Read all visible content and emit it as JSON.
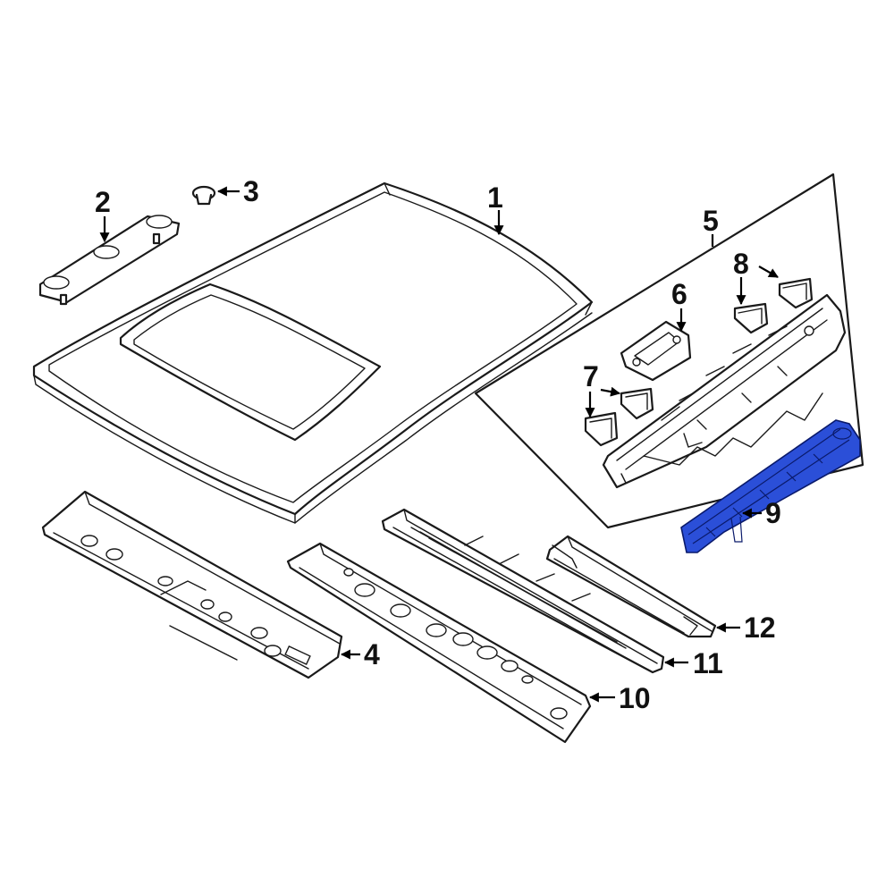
{
  "diagram": {
    "highlight_color": "#2b4fd8",
    "line_color": "#1a1a1a",
    "callouts": [
      {
        "id": "1",
        "label": "1"
      },
      {
        "id": "2",
        "label": "2"
      },
      {
        "id": "3",
        "label": "3"
      },
      {
        "id": "4",
        "label": "4"
      },
      {
        "id": "5",
        "label": "5"
      },
      {
        "id": "6",
        "label": "6"
      },
      {
        "id": "7",
        "label": "7"
      },
      {
        "id": "8",
        "label": "8"
      },
      {
        "id": "9",
        "label": "9"
      },
      {
        "id": "10",
        "label": "10"
      },
      {
        "id": "11",
        "label": "11"
      },
      {
        "id": "12",
        "label": "12"
      }
    ],
    "highlighted_part": "9"
  }
}
